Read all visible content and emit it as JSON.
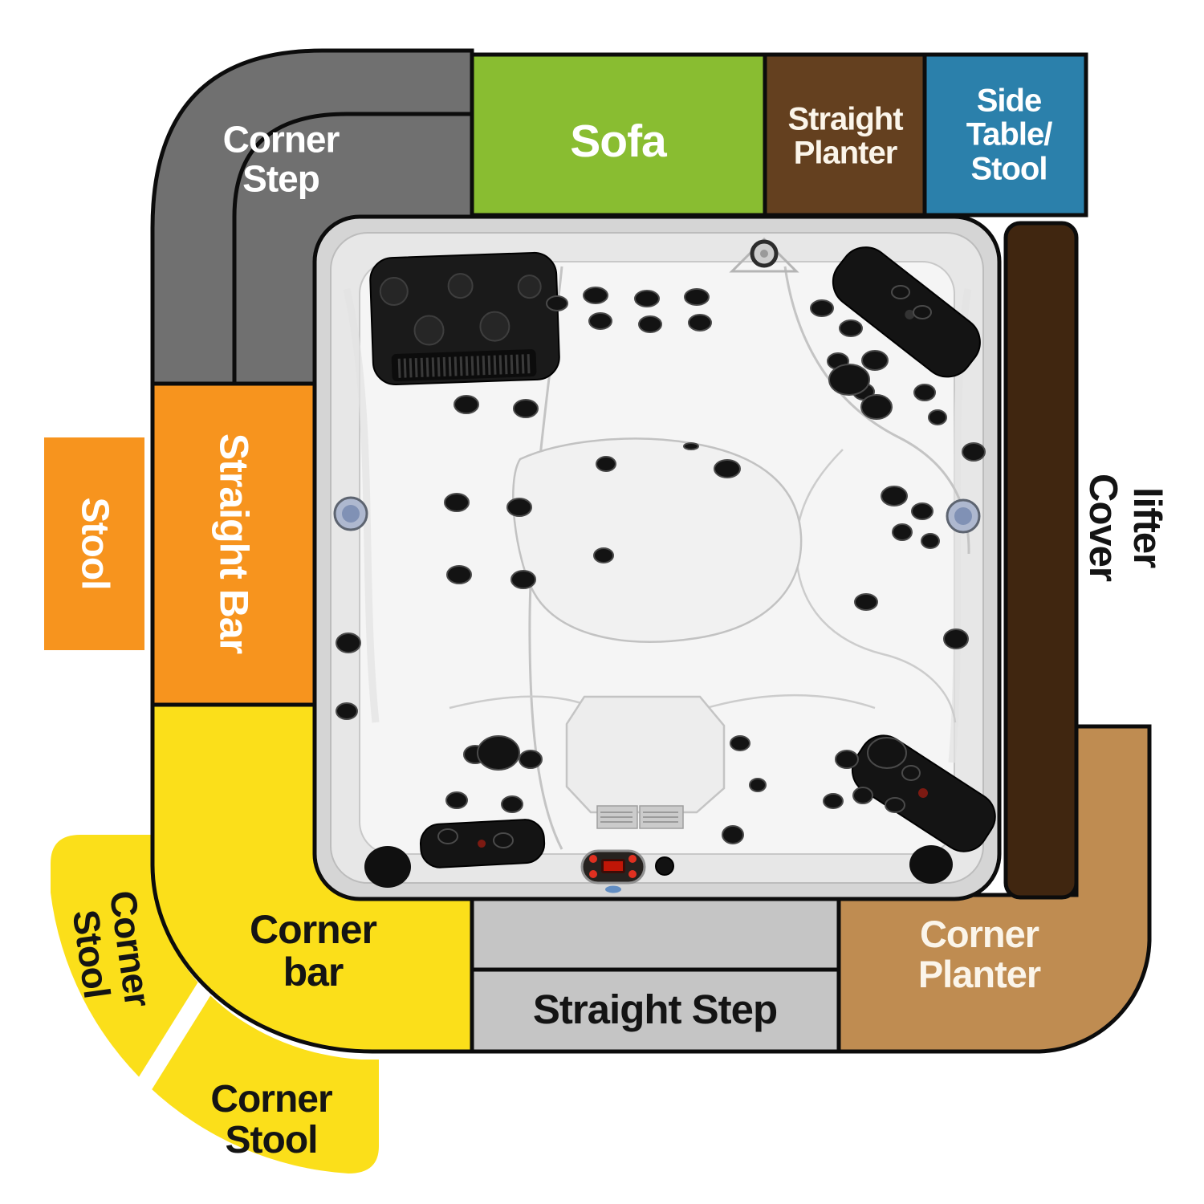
{
  "diagram": {
    "subject": "Hot tub accessories position diagram",
    "background_color": "#ffffff",
    "outline_color": "#0c0c0c",
    "accessories": {
      "corner_step": {
        "label": "Corner\nStep",
        "position": "top-left",
        "color": "#707070",
        "text_color": "#ffffff"
      },
      "sofa": {
        "label": "Sofa",
        "position": "top",
        "color": "#89BD31",
        "text_color": "#ffffff"
      },
      "straight_planter": {
        "label": "Straight\nPlanter",
        "position": "top-right",
        "color": "#64401F",
        "text_color": "#F3ECDC"
      },
      "side_table_stool": {
        "label": "Side\nTable/\nStool",
        "position": "top-right-corner",
        "color": "#2B80AB",
        "text_color": "#ffffff"
      },
      "stool": {
        "label": "Stool",
        "position": "left",
        "color": "#F7941E",
        "text_color": "#ffffff"
      },
      "straight_bar": {
        "label": "Straight Bar",
        "position": "left",
        "color": "#F7941E",
        "text_color": "#ffffff"
      },
      "cover_lifter": {
        "label": "Cover\nlifter",
        "position": "right",
        "color": "#402610",
        "text_color": "#141414"
      },
      "corner_bar": {
        "label": "Corner\nbar",
        "position": "bottom-left",
        "color": "#FBDF1A",
        "text_color": "#141414"
      },
      "corner_stool_upper": {
        "label": "Corner\nStool",
        "position": "bottom-left-outer",
        "color": "#FBDF1A",
        "text_color": "#141414"
      },
      "corner_stool_lower": {
        "label": "Corner\nStool",
        "position": "bottom-outer",
        "color": "#FBDF1A",
        "text_color": "#141414"
      },
      "straight_step": {
        "label": "Straight Step",
        "position": "bottom",
        "color": "#C5C5C5",
        "text_color": "#141414"
      },
      "corner_planter": {
        "label": "Corner\nPlanter",
        "position": "bottom-right",
        "color": "#BF8C51",
        "text_color": "#FBF5EA"
      }
    },
    "hot_tub": {
      "name": "hot tub top view photo",
      "shell_color": "#d5d5d5",
      "interior_color": "#f5f5f5",
      "pillow_color": "#161616",
      "jet_color": "#131313",
      "led_color": "#8troll091b5"
    }
  }
}
